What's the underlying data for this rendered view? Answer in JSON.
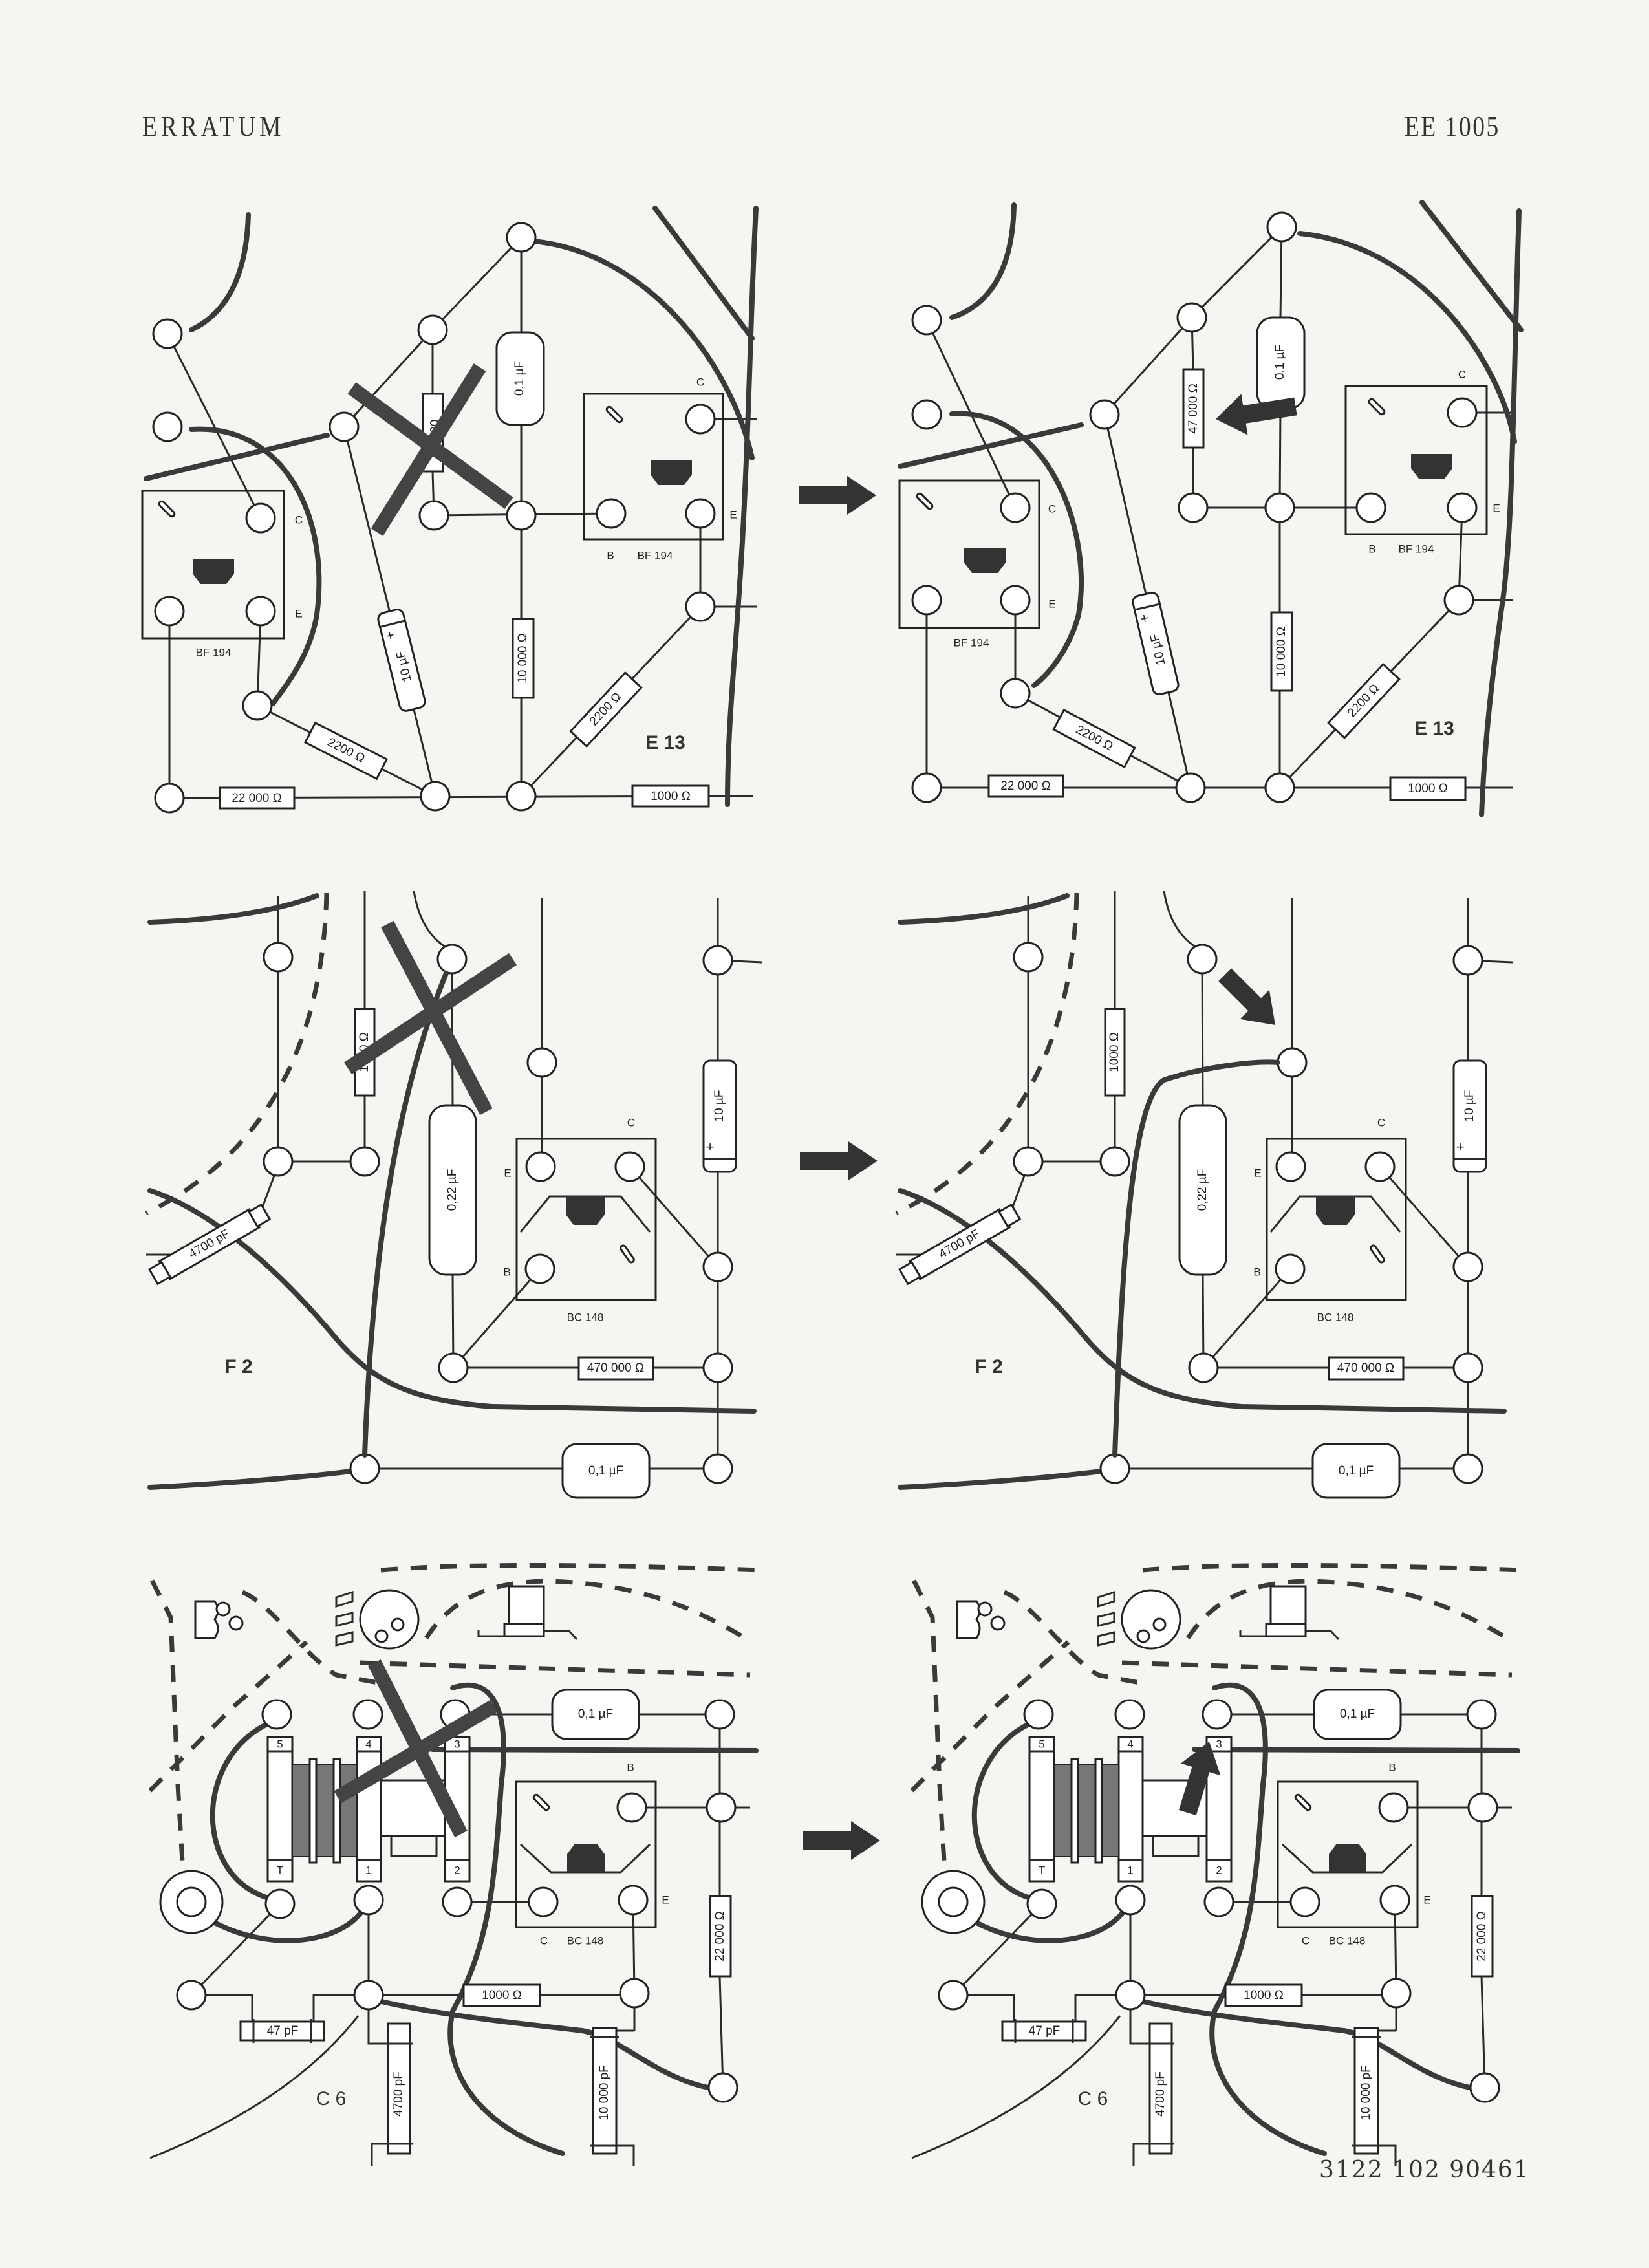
{
  "header": {
    "title": "ERRATUM",
    "doc_code": "EE 1005"
  },
  "footer": {
    "part_number": "3122 102 90461"
  },
  "panels": {
    "e13": {
      "label": "E 13",
      "transistor": "BF 194",
      "pin_c": "C",
      "pin_b": "B",
      "pin_e": "E",
      "c_01_old": "0,1 µF",
      "c_01_new": "0.1 µF",
      "r_old": "00 Ω",
      "r_new": "47 000 Ω",
      "c_10": "10 µF",
      "r_10000": "10 000 Ω",
      "r_2200": "2200 Ω",
      "r_22000": "22 000 Ω",
      "r_1000": "1000 Ω"
    },
    "f2": {
      "label": "F 2",
      "transistor": "BC 148",
      "pin_c": "C",
      "pin_b": "B",
      "pin_e": "E",
      "r_1000": "1000 Ω",
      "c_022": "0,22 µF",
      "c_10": "10 µF",
      "r_470000": "470 000 Ω",
      "c_01": "0,1 µF",
      "c_4700": "4700 pF"
    },
    "c6": {
      "label": "C 6",
      "transistor": "BC 148",
      "pin_c": "C",
      "pin_b": "B",
      "pin_e": "E",
      "c_01": "0,1 µF",
      "r_22000": "22 000 Ω",
      "r_1000": "1000 Ω",
      "c_47": "47 pF",
      "c_4700": "4700 pF",
      "c_10000": "10 000 pF",
      "coil_pins": [
        "5",
        "4",
        "3",
        "T",
        "1",
        "2"
      ]
    }
  },
  "icons": {
    "replace_arrow": "right-arrow-icon",
    "removed_mark": "cross-out-icon",
    "change_pointer": "pointer-arrow-icon"
  }
}
